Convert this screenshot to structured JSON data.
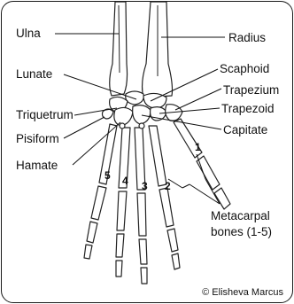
{
  "labels": {
    "ulna": "Ulna",
    "radius": "Radius",
    "lunate": "Lunate",
    "scaphoid": "Scaphoid",
    "trapezium": "Trapezium",
    "triquetrum": "Triquetrum",
    "trapezoid": "Trapezoid",
    "pisiform": "Pisiform",
    "capitate": "Capitate",
    "hamate": "Hamate",
    "metacarpal_line1": "Metacarpal",
    "metacarpal_line2": "bones (1-5)"
  },
  "metacarpal_numbers": [
    "5",
    "4",
    "3",
    "2",
    "1"
  ],
  "credit": "© Elisheva Marcus"
}
